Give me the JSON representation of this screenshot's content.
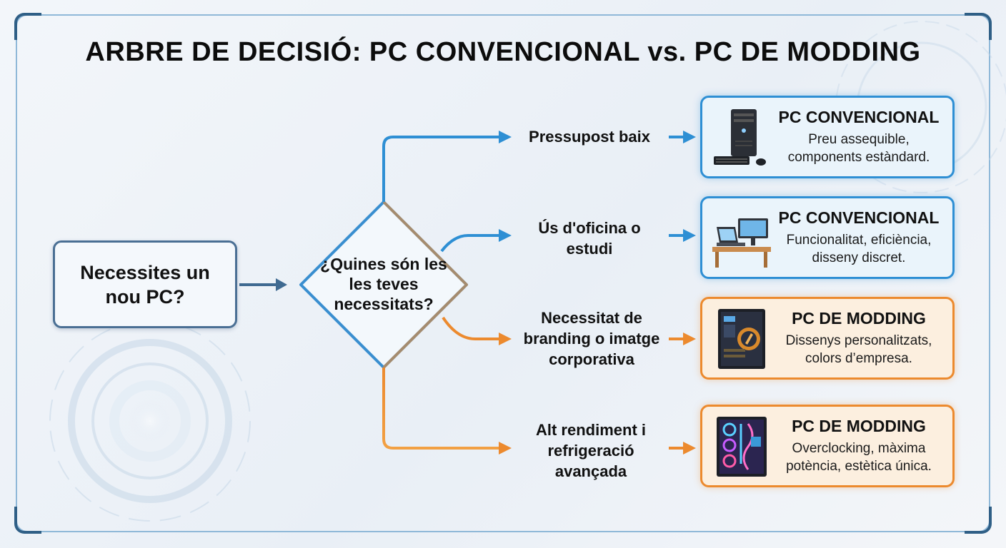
{
  "title": "ARBRE DE DECISIÓ: PC CONVENCIONAL vs. PC DE MODDING",
  "start": {
    "text": "Necessites un nou PC?"
  },
  "decision": {
    "text": "¿Quines són les les teves necessitats?"
  },
  "branches": [
    {
      "label": "Pressupost baix",
      "color": "#2e8fd4",
      "result": {
        "title": "PC CONVENCIONAL",
        "desc": "Preu assequible, components estàndard.",
        "icon": "desktop-tower-icon"
      }
    },
    {
      "label": "Ús d'oficina o estudi",
      "color": "#2e8fd4",
      "result": {
        "title": "PC CONVENCIONAL",
        "desc": "Funcionalitat, eficiència, disseny discret.",
        "icon": "office-desk-icon"
      }
    },
    {
      "label": "Necessitat de branding o imatge corporativa",
      "color": "#ec8a2e",
      "result": {
        "title": "PC DE MODDING",
        "desc": "Dissenys personalitzats, colors d’empresa.",
        "icon": "branded-case-icon"
      }
    },
    {
      "label": "Alt rendiment i refrigeració avançada",
      "color": "#ec8a2e",
      "result": {
        "title": "PC DE MODDING",
        "desc": "Overclocking, màxima potència, estètica única.",
        "icon": "liquid-cooled-case-icon"
      }
    }
  ]
}
